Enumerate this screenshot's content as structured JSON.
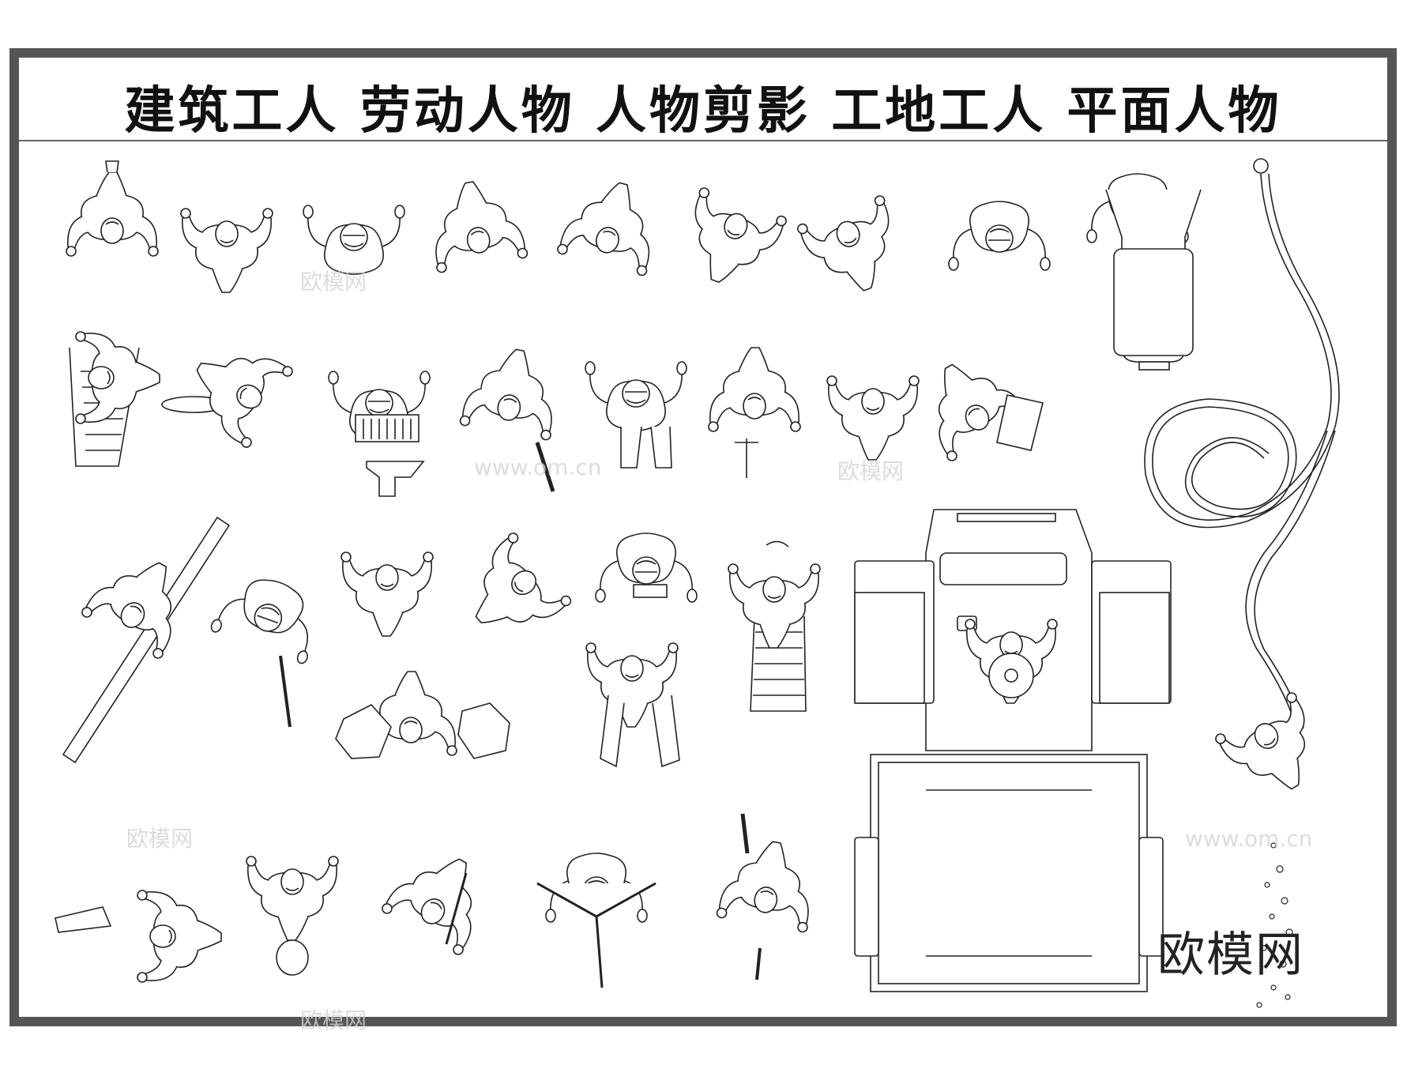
{
  "title": "建筑工人  劳动人物  人物剪影  工地工人  平面人物",
  "brand": "欧模网",
  "watermark_text": "欧模网",
  "watermark_url": "www.om.cn",
  "line_color": "#222222",
  "frame_color": "#555555",
  "icons": [
    "worker-topview-icon",
    "ladder-icon",
    "hose-icon",
    "wheelbarrow-icon",
    "road-roller-icon",
    "jackhammer-icon",
    "plank-icon",
    "saw-icon",
    "drill-icon",
    "shovel-icon"
  ]
}
